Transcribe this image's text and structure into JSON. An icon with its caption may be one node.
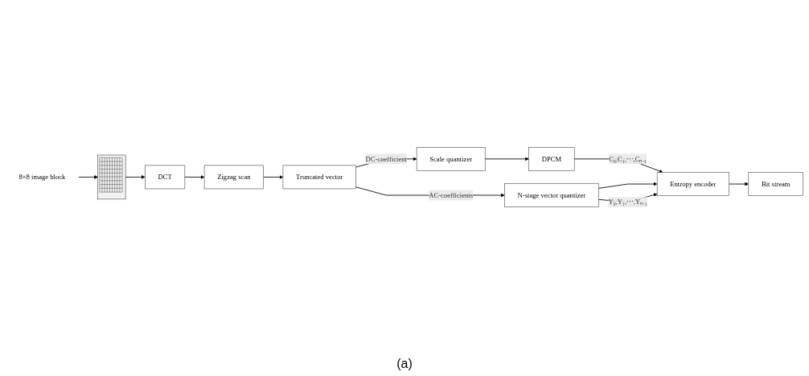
{
  "diagram": {
    "caption": "(a)",
    "nodes": [
      {
        "text": [
          "8×8 image block"
        ]
      },
      {
        "text": [],
        "shape": "picture"
      },
      {
        "text": [
          "DCT"
        ]
      },
      {
        "text": [
          "Zigzag scan"
        ]
      },
      {
        "text": [
          "Truncated vector"
        ]
      },
      {
        "text": [
          "Scale quantizer"
        ]
      },
      {
        "text": [
          "DPCM"
        ]
      },
      {
        "text": [
          "N-stage vector quantizer"
        ]
      },
      {
        "text": [
          "Entropy encoder"
        ]
      },
      {
        "text": [
          "Bit stream"
        ]
      }
    ],
    "edges": [
      {
        "from": 0,
        "to": 1,
        "arrow": "to"
      },
      {
        "from": 1,
        "to": 2,
        "arrow": "to"
      },
      {
        "from": 2,
        "to": 3,
        "arrow": "to"
      },
      {
        "from": 3,
        "to": 4,
        "arrow": "to"
      },
      {
        "from": 4,
        "to": 5,
        "arrow": "to",
        "label": "DC-coefficient"
      },
      {
        "from": 4,
        "to": 7,
        "arrow": "to",
        "label": "AC-coefficients"
      },
      {
        "from": 5,
        "to": 6,
        "arrow": "to"
      },
      {
        "from": 6,
        "to": 8,
        "arrow": "to",
        "label": "C₀,C₁,⋯,Cₙ₋₁"
      },
      {
        "from": 7,
        "to": 8,
        "arrow": "to"
      },
      {
        "from": 7,
        "to": 8,
        "arrow": "to",
        "label": "Y₀,Y₁,⋯,Yₙ₋₁"
      },
      {
        "from": 8,
        "to": 9,
        "arrow": "to"
      }
    ]
  }
}
